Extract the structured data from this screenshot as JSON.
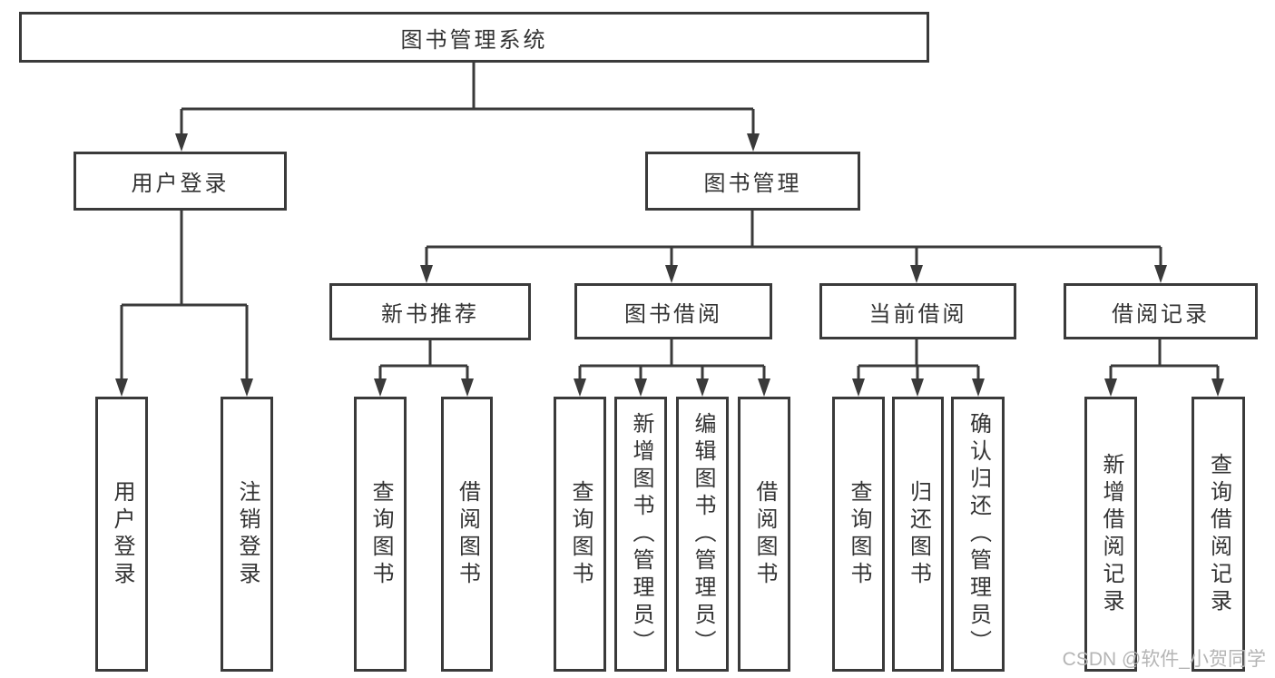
{
  "diagram": {
    "root": {
      "label": "图书管理系统"
    },
    "user_login": {
      "label": "用户登录",
      "children": [
        {
          "label": "用户登录"
        },
        {
          "label": "注销登录"
        }
      ]
    },
    "book_mgmt": {
      "label": "图书管理",
      "sections": [
        {
          "label": "新书推荐",
          "children": [
            {
              "label": "查询图书"
            },
            {
              "label": "借阅图书"
            }
          ]
        },
        {
          "label": "图书借阅",
          "children": [
            {
              "label": "查询图书"
            },
            {
              "label": "新增图书（管理员）"
            },
            {
              "label": "编辑图书（管理员）"
            },
            {
              "label": "借阅图书"
            }
          ]
        },
        {
          "label": "当前借阅",
          "children": [
            {
              "label": "查询图书"
            },
            {
              "label": "归还图书"
            },
            {
              "label": "确认归还（管理员）"
            }
          ]
        },
        {
          "label": "借阅记录",
          "children": [
            {
              "label": "新增借阅记录"
            },
            {
              "label": "查询借阅记录"
            }
          ]
        }
      ]
    }
  },
  "watermark": {
    "text": "CSDN @软件_小贺同学"
  },
  "colors": {
    "line": "#3a3a3a",
    "box_border": "#3a3a3a",
    "text": "#333333",
    "watermark": "#b5b5b5"
  }
}
